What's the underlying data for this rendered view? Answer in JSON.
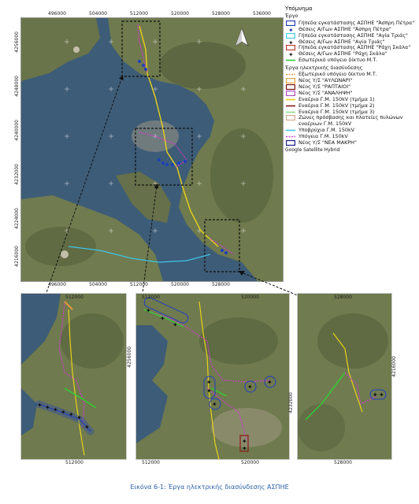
{
  "main_map": {
    "x_ticks_top": [
      "496000",
      "504000",
      "512000",
      "520000",
      "528000",
      "536000"
    ],
    "x_ticks_bottom": [
      "496000",
      "504000",
      "512000",
      "520000",
      "528000"
    ],
    "y_ticks": [
      "4256000",
      "4248000",
      "4240000",
      "4232000",
      "4224000",
      "4216000"
    ]
  },
  "insets": [
    {
      "x_ticks_top": [
        "512000"
      ],
      "x_ticks_bottom": [
        "512000"
      ],
      "y_ticks": [
        "4256000"
      ]
    },
    {
      "x_ticks_top": [
        "512000",
        "520000"
      ],
      "x_ticks_bottom": [
        "512000",
        "520000"
      ],
      "y_ticks": [
        "4232000"
      ]
    },
    {
      "x_ticks_top": [
        "528000"
      ],
      "x_ticks_bottom": [
        "528000"
      ],
      "y_ticks": [
        "4216000"
      ]
    }
  ],
  "legend": {
    "title": "Υπόμνημα",
    "section1": "Έργο",
    "items1": [
      {
        "label": "Γήπεδα εγκατάστασης ΑΣΠΗΕ \"Άσπρη Πέτρα\"",
        "symbol": "rect",
        "color": "#1f3fbf"
      },
      {
        "label": "Θέσεις Α/Γων ΑΣΠΗΕ \"Άσπρη Πέτρα\"",
        "symbol": "star",
        "color": "#2233aa"
      },
      {
        "label": "Γήπεδα εγκατάστασης ΑΣΠΗΕ \"Αγία Τριάς\"",
        "symbol": "rect",
        "color": "#3fd0e0"
      },
      {
        "label": "Θέσεις Α/Γων ΑΣΠΗΕ \"Αγία Τριάς\"",
        "symbol": "star",
        "color": "#222222"
      },
      {
        "label": "Γήπεδα εγκατάστασης ΑΣΠΗΕ \"Ράχη Σκάλα\"",
        "symbol": "rect",
        "color": "#c0392b"
      },
      {
        "label": "Θέσεις Α/Γων ΑΣΠΗΕ \"Ράχη Σκάλα\"",
        "symbol": "star",
        "color": "#222222"
      },
      {
        "label": "Εσωτερικό υπόγειο δίκτυο Μ.Τ.",
        "symbol": "line",
        "color": "#33cc33"
      }
    ],
    "section2": "Έργα ηλεκτρικής διασύνδεσης",
    "items2": [
      {
        "label": "Εξωτερικό υπόγειο δίκτυο Μ.Τ.",
        "symbol": "dash",
        "color": "#e39a3a"
      },
      {
        "label": "Νέος Υ/Σ \"ΑΥΛΩΝΑΡΙ\"",
        "symbol": "rect",
        "color": "#e6a23c"
      },
      {
        "label": "Νέος Υ/Σ \"ΡΑΠΤΑΙΟΙ\"",
        "symbol": "rect",
        "color": "#7a1010"
      },
      {
        "label": "Νέος Υ/Σ \"ΑΝΑΛΗΨΗ\"",
        "symbol": "rect",
        "color": "#b04ac8"
      },
      {
        "label": "Εναέρια Γ.Μ. 150kV (τμήμα 1)",
        "symbol": "line",
        "color": "#e8d21a"
      },
      {
        "label": "Εναέρια Γ.Μ. 150kV (τμήμα 2)",
        "symbol": "line",
        "color": "#8b1a1a"
      },
      {
        "label": "Εναέρια Γ.Μ. 150kV (τμήμα 3)",
        "symbol": "line",
        "color": "#88e088"
      },
      {
        "label": "Ζώνες πρόσβασης και πλατείες πυλώνων εναέριων Γ.Μ. 150kV",
        "symbol": "rect",
        "color": "#d7a88a"
      },
      {
        "label": "Υποβρύχια Γ.Μ. 150kV",
        "symbol": "line",
        "color": "#3fc6e8"
      },
      {
        "label": "Υπόγεια Γ.Μ. 150kV",
        "symbol": "dash",
        "color": "#d33ad3"
      },
      {
        "label": "Νέος Υ/Σ \"ΝΕΑ ΜΑΚΡΗ\"",
        "symbol": "rect",
        "color": "#1a1a8a"
      }
    ],
    "source": "Google Satellite Hybrid"
  },
  "caption": "Εικόνα 6-1: Έργα ηλεκτρικής διασύνδεσης ΑΣΠΗΕ",
  "colors": {
    "land": "#6f7a4e",
    "land_dark": "#55603c",
    "sea": "#3d5c77",
    "sea_deep": "#2e4a63",
    "urban": "#a39a86"
  }
}
